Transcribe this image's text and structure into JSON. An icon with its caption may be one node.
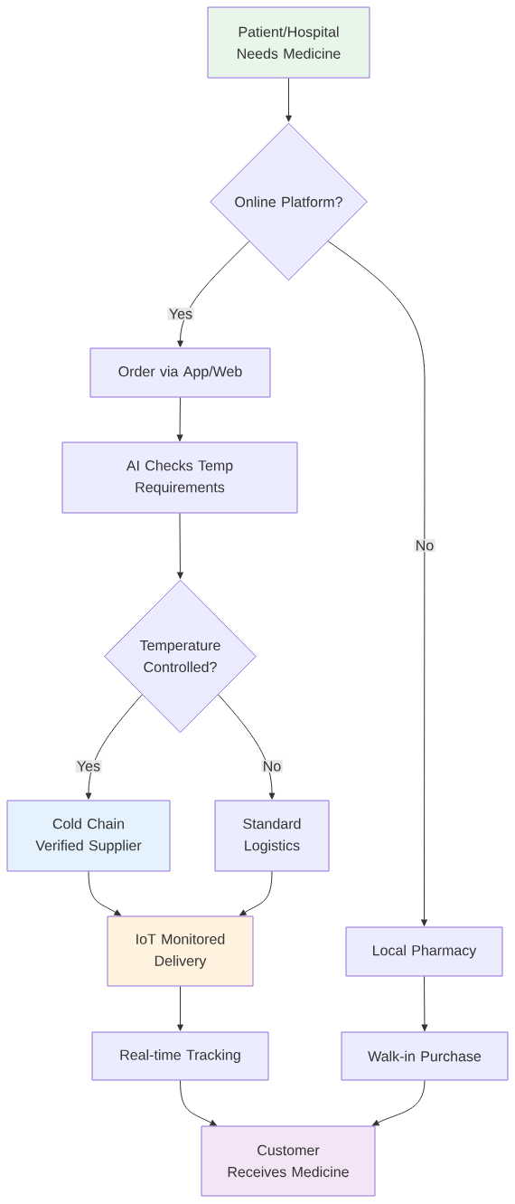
{
  "diagram": {
    "nodes": [
      {
        "text": [
          "Patient/Hospital Needs Medicine"
        ]
      },
      {
        "text": [
          "Online Platform?"
        ]
      },
      {
        "text": [
          "Order via App/Web"
        ]
      },
      {
        "text": [
          "AI Checks Temp Requirements"
        ]
      },
      {
        "text": [
          "Temperature Controlled?"
        ]
      },
      {
        "text": [
          "Cold Chain Verified Supplier"
        ]
      },
      {
        "text": [
          "Standard Logistics"
        ]
      },
      {
        "text": [
          "IoT Monitored Delivery"
        ]
      },
      {
        "text": [
          "Local Pharmacy"
        ]
      },
      {
        "text": [
          "Real-time Tracking"
        ]
      },
      {
        "text": [
          "Walk-in Purchase"
        ]
      },
      {
        "text": [
          "Customer Receives Medicine"
        ]
      }
    ],
    "edges": [
      {
        "from": 0,
        "to": 1,
        "arrow": "to"
      },
      {
        "from": 1,
        "to": 2,
        "arrow": "to",
        "label": "Yes"
      },
      {
        "from": 1,
        "to": 8,
        "arrow": "to",
        "label": "No"
      },
      {
        "from": 2,
        "to": 3,
        "arrow": "to"
      },
      {
        "from": 3,
        "to": 4,
        "arrow": "to"
      },
      {
        "from": 4,
        "to": 5,
        "arrow": "to",
        "label": "Yes"
      },
      {
        "from": 4,
        "to": 6,
        "arrow": "to",
        "label": "No"
      },
      {
        "from": 5,
        "to": 7,
        "arrow": "to"
      },
      {
        "from": 6,
        "to": 7,
        "arrow": "to"
      },
      {
        "from": 7,
        "to": 9,
        "arrow": "to"
      },
      {
        "from": 8,
        "to": 10,
        "arrow": "to"
      },
      {
        "from": 9,
        "to": 11,
        "arrow": "to"
      },
      {
        "from": 10,
        "to": 11,
        "arrow": "to"
      }
    ]
  }
}
